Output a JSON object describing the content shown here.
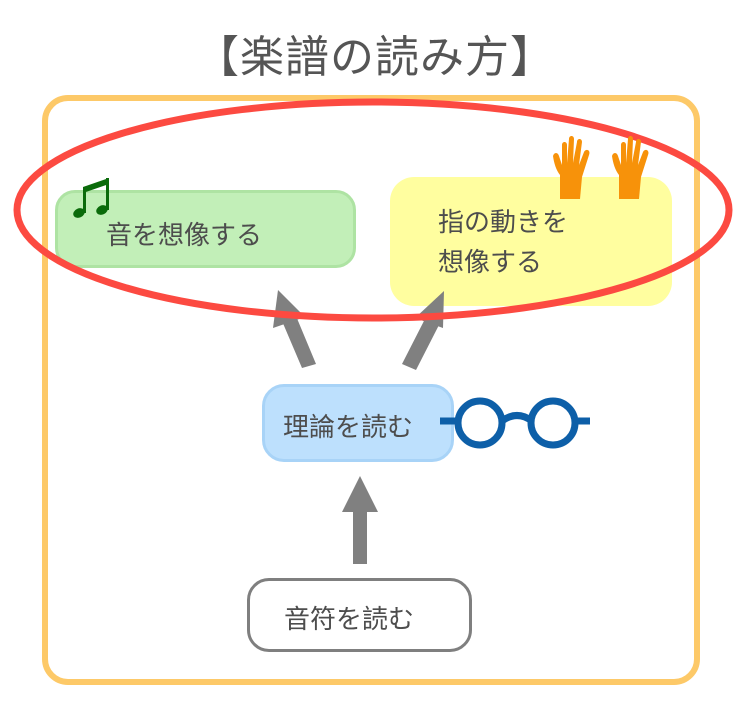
{
  "title": "【楽譜の読み方】",
  "nodes": {
    "imagine_sound": {
      "label": "音を想像する",
      "icon": "music-notes-icon"
    },
    "imagine_fingers": {
      "line1": "指の動きを",
      "line2": "想像する",
      "icon": "raised-hands-icon"
    },
    "read_theory": {
      "label": "理論を読む",
      "icon": "glasses-icon"
    },
    "read_notes": {
      "label": "音符を読む"
    }
  },
  "colors": {
    "frame": "#fdc968",
    "highlight_ellipse": "#fc4a41",
    "green_box": "#c2efb8",
    "yellow_box": "#fffe9f",
    "blue_box": "#bde0fd",
    "arrow": "#808080",
    "glasses": "#0d5fa8",
    "hands": "#f7920a",
    "notes": "#0b6b0b"
  }
}
